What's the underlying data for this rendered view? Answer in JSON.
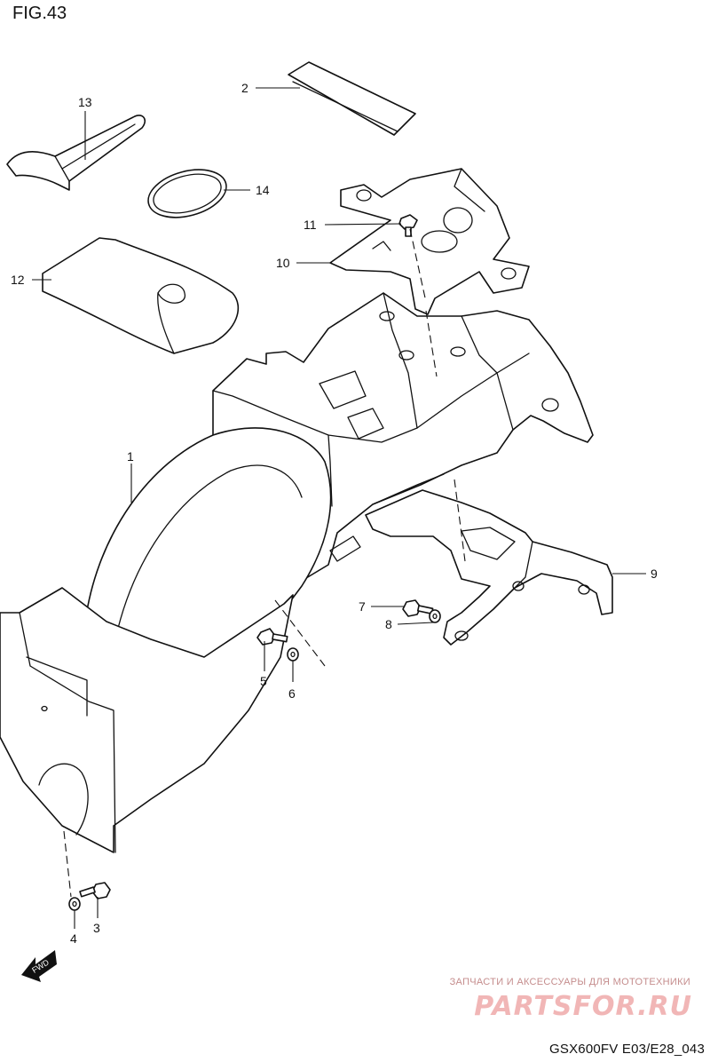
{
  "figure": {
    "title": "FIG.43"
  },
  "callouts": [
    "1",
    "2",
    "3",
    "4",
    "5",
    "6",
    "7",
    "8",
    "9",
    "10",
    "11",
    "12",
    "13",
    "14"
  ],
  "fwd_label": "FWD",
  "watermark": {
    "caption": "ЗАПЧАСТИ И АКСЕССУАРЫ ДЛЯ МОТОТЕХНИКИ",
    "logo": "PARTSFOR.RU"
  },
  "footer": {
    "code": "GSX600FV E03/E28_043"
  }
}
